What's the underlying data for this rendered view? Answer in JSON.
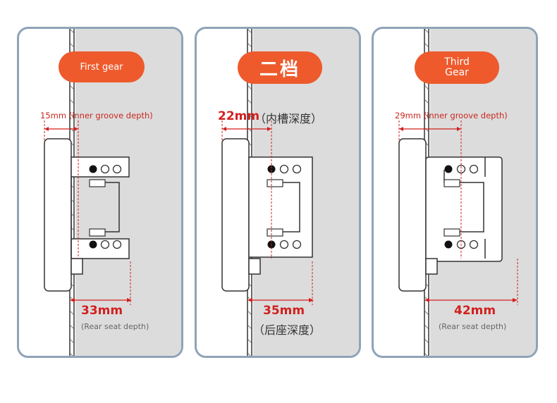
{
  "panels": [
    {
      "gear": "First gear",
      "groove": "15mm (inner groove depth)",
      "rear_value": "33mm",
      "rear_label": "(Rear seat depth)"
    },
    {
      "gear": "二档",
      "groove_value": "22mm",
      "groove_label": "（内槽深度）",
      "rear_value": "35mm",
      "rear_label": "（后座深度）"
    },
    {
      "gear": "Third Gear",
      "groove": "29mm (inner groove depth)",
      "rear_value": "42mm",
      "rear_label": "(Rear seat depth)"
    }
  ],
  "colors": {
    "accent": "#ee5a2c",
    "dimension_red": "#d31f1f",
    "panel_border": "#8fa3b8",
    "wall_grey": "#dcdcdc"
  }
}
